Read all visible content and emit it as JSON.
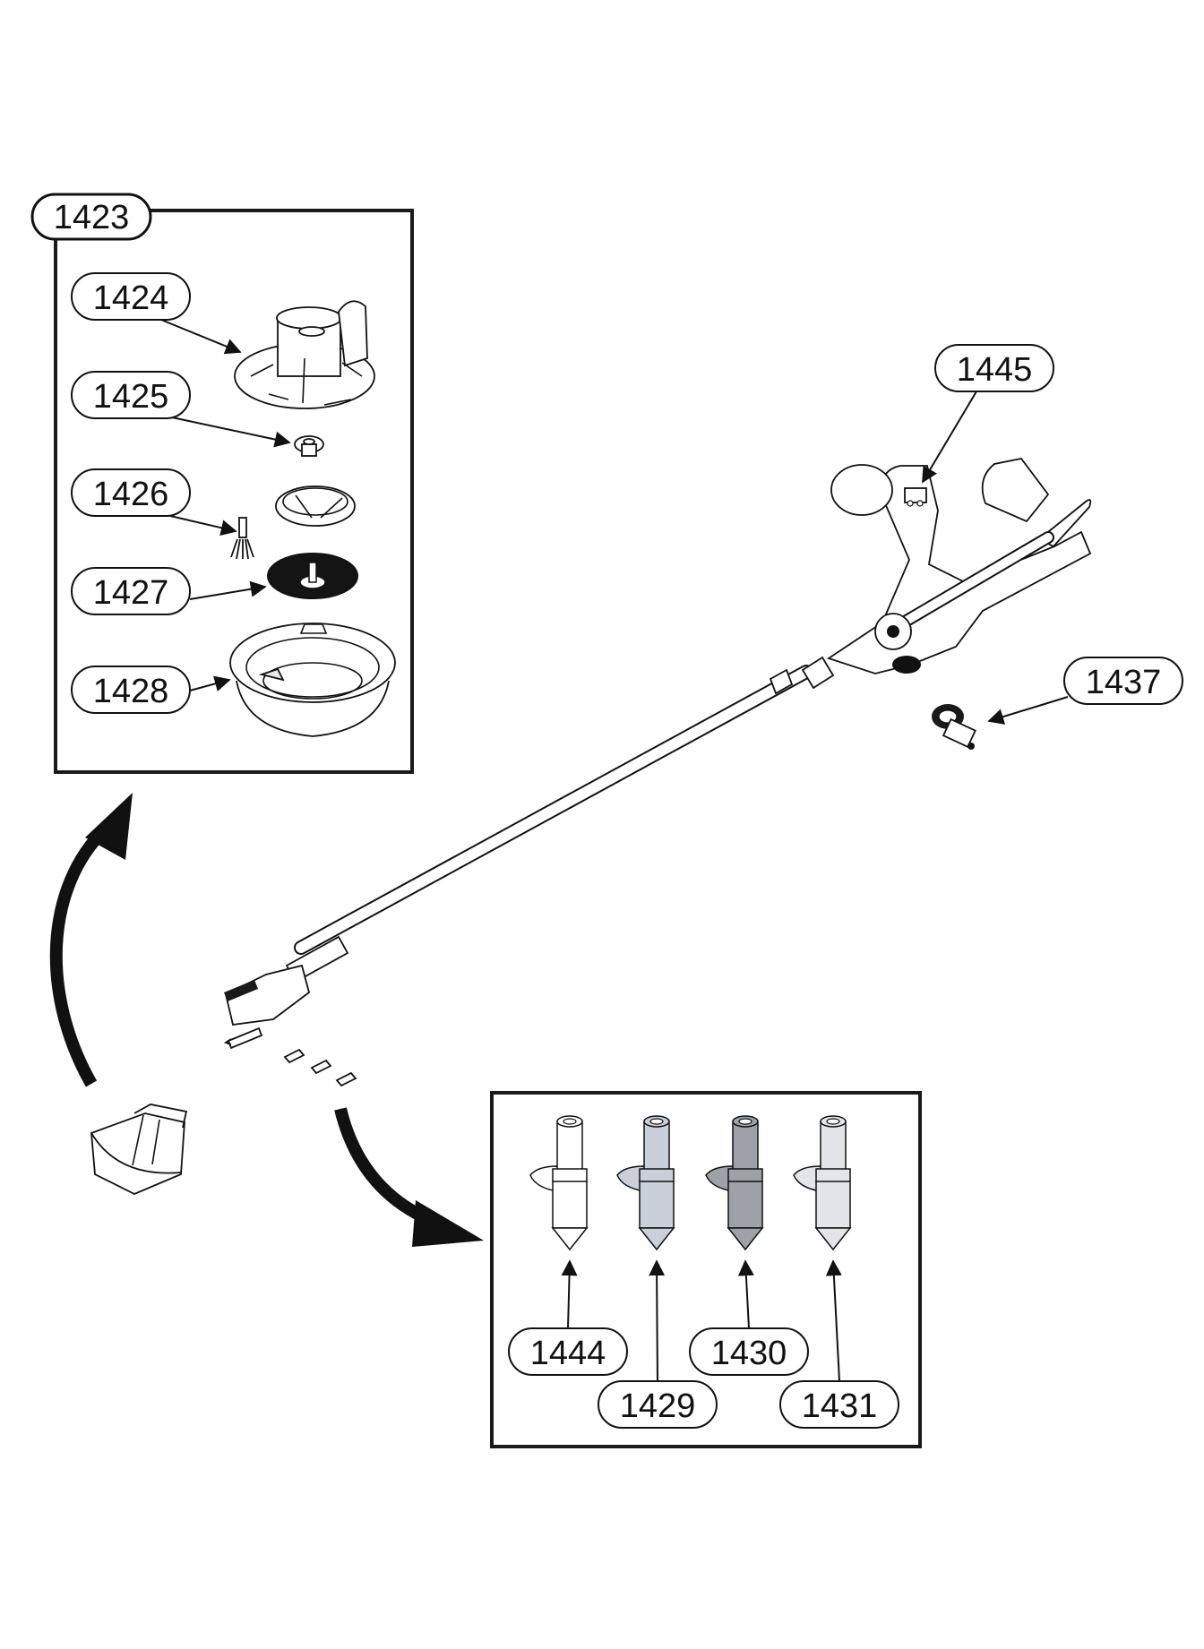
{
  "diagram": {
    "type": "exploded-parts-diagram",
    "subject": "string trimmer / brush cutter",
    "colors": {
      "line": "#111111",
      "background": "#ffffff",
      "pin_1444": "#ffffff",
      "pin_1429": "#c9d0da",
      "pin_1430": "#9ea2a8",
      "pin_1431": "#e3e5e8"
    },
    "callouts": {
      "c1423": "1423",
      "c1424": "1424",
      "c1425": "1425",
      "c1426": "1426",
      "c1427": "1427",
      "c1428": "1428",
      "c1445": "1445",
      "c1437": "1437",
      "c1444": "1444",
      "c1429": "1429",
      "c1430": "1430",
      "c1431": "1431"
    },
    "groups": {
      "head_assembly": {
        "label": "1423",
        "parts": [
          "1424",
          "1425",
          "1426",
          "1427",
          "1428"
        ]
      },
      "nozzle_pins": {
        "parts": [
          "1444",
          "1429",
          "1430",
          "1431"
        ]
      }
    },
    "loose_parts": [
      "1445",
      "1437"
    ]
  }
}
